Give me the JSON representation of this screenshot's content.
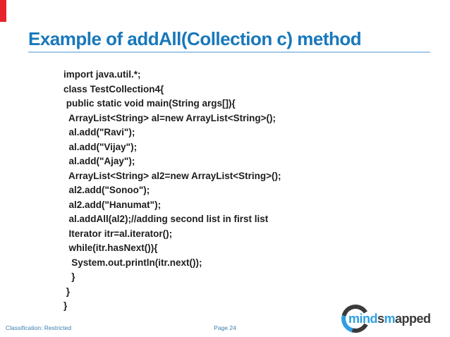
{
  "slide": {
    "title": "Example of addAll(Collection c) method",
    "code_lines": [
      "import java.util.*;",
      "class TestCollection4{",
      " public static void main(String args[]){",
      "  ArrayList<String> al=new ArrayList<String>();",
      "  al.add(\"Ravi\");",
      "  al.add(\"Vijay\");",
      "  al.add(\"Ajay\");",
      "  ArrayList<String> al2=new ArrayList<String>();",
      "  al2.add(\"Sonoo\");",
      "  al2.add(\"Hanumat\");",
      "  al.addAll(al2);//adding second list in first list",
      "  Iterator itr=al.iterator();",
      "  while(itr.hasNext()){",
      "   System.out.println(itr.next());",
      "   }",
      " }",
      "}"
    ],
    "footer": {
      "classification": "Classification: Restricted",
      "page": "Page 24"
    },
    "logo": {
      "part1": "mind",
      "part2": "s",
      "part3": "m",
      "part4": "apped"
    },
    "colors": {
      "title_blue": "#1878ba",
      "underline_blue": "#a3c8e6",
      "accent_red": "#e8222b",
      "code_text": "#1d1d1d",
      "footer_blue": "#3c7fae",
      "logo_blue": "#2e9fe0",
      "logo_dark": "#3a3a3c"
    }
  }
}
